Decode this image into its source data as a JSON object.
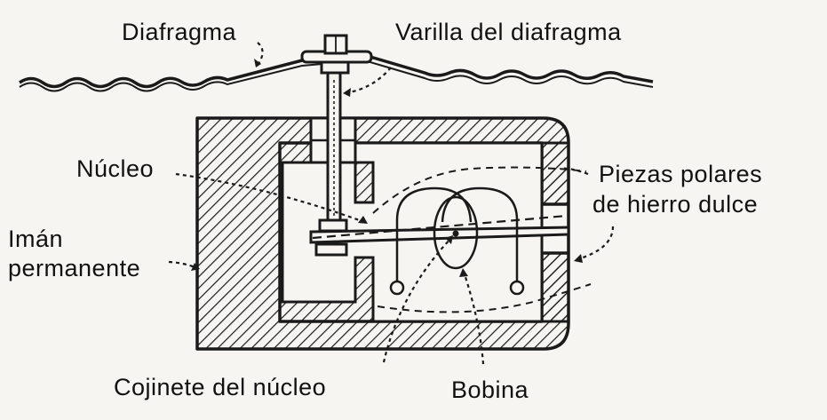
{
  "labels": {
    "diafragma": "Diafragma",
    "varilla": "Varilla del diafragma",
    "nucleo": "Núcleo",
    "piezas_l1": "Piezas polares",
    "piezas_l2": "de hierro dulce",
    "iman_l1": "Imán",
    "iman_l2": "permanente",
    "cojinete": "Cojinete del núcleo",
    "bobina": "Bobina"
  },
  "colors": {
    "ink": "#1a1a1a",
    "paper": "#f6f5f1"
  }
}
